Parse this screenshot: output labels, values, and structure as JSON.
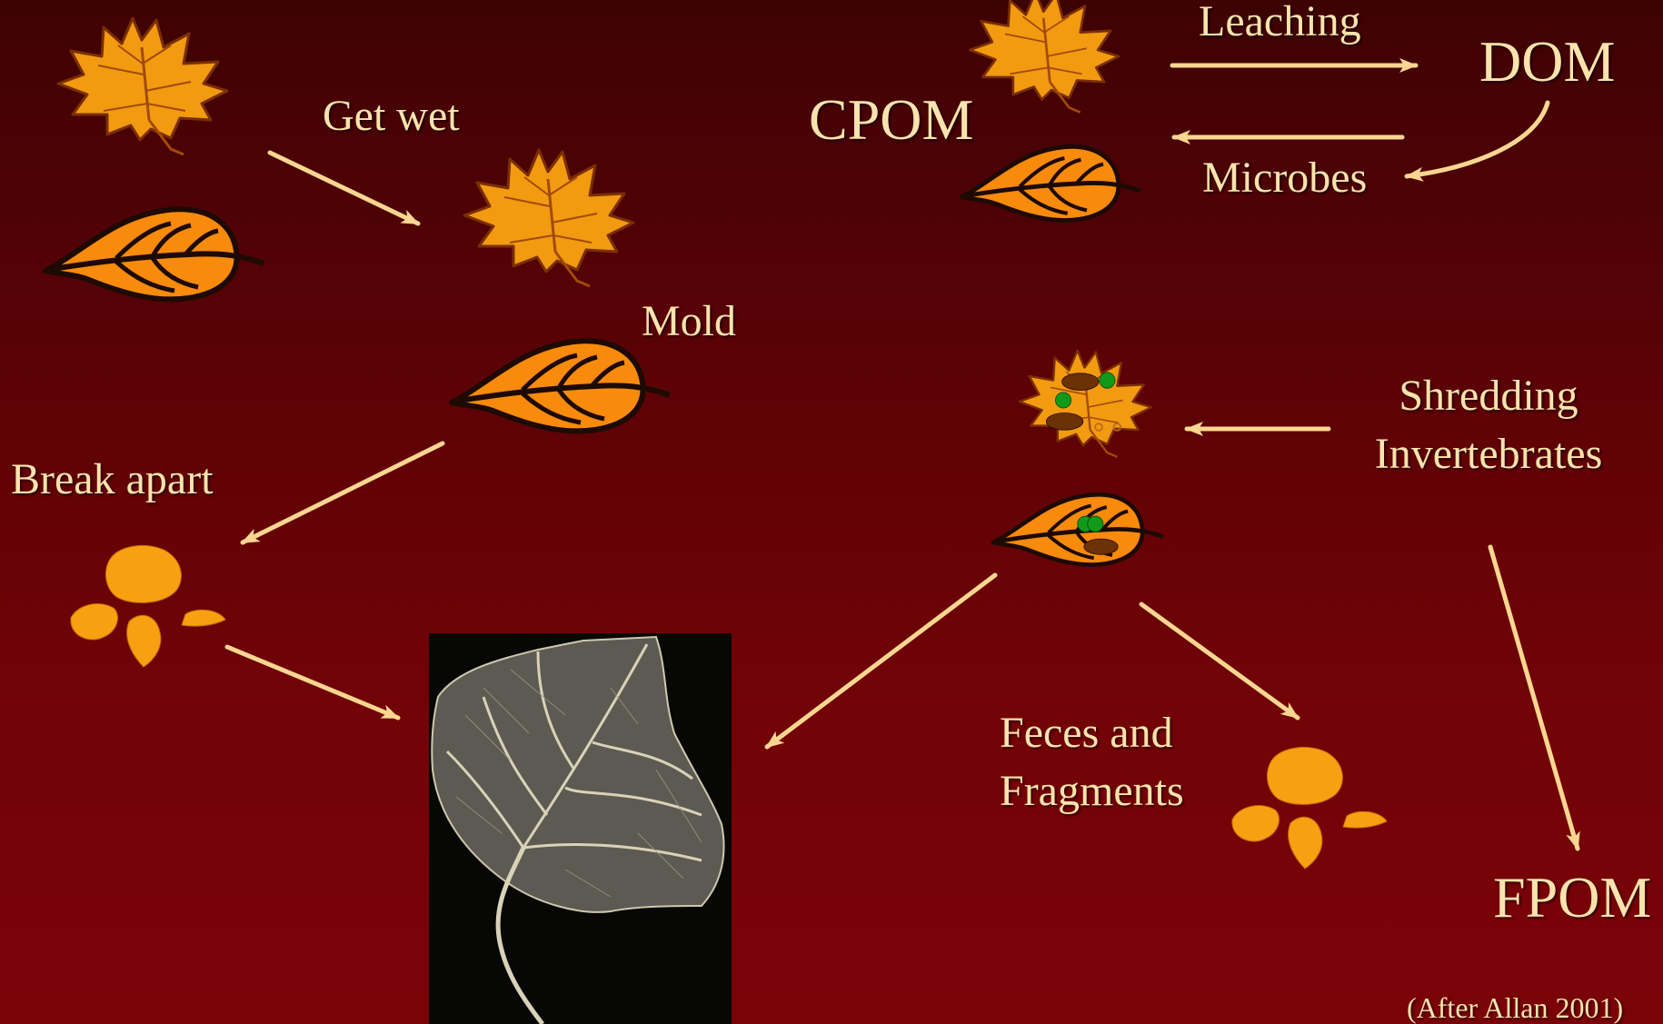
{
  "labels": {
    "get_wet": "Get wet",
    "mold": "Mold",
    "break_apart": "Break apart",
    "cpom": "CPOM",
    "leaching": "Leaching",
    "dom": "DOM",
    "microbes": "Microbes",
    "shredding_line1": "Shredding",
    "shredding_line2": "Invertebrates",
    "feces_line1": "Feces and",
    "feces_line2": "Fragments",
    "fpom": "FPOM",
    "citation": "(After Allan 2001)"
  },
  "colors": {
    "background_top": "#3e0204",
    "background_bottom": "#7a0308",
    "text": "#fbe3ad",
    "arrow": "#fbd690",
    "leaf_fill": "#f29a10",
    "leaf_outline": "#2a0c02",
    "fragment_fill": "#f9a012",
    "mold_green": "#119a1a",
    "mold_brown": "#6a3205",
    "photo_background": "#070706",
    "skeleton_leaf": "#d9d2b8"
  },
  "icons": [
    "maple-leaf-icon",
    "curled-leaf-icon",
    "leaf-fragments-icon",
    "moldy-maple-leaf-icon",
    "moldy-curled-leaf-icon",
    "skeleton-leaf-photo"
  ]
}
